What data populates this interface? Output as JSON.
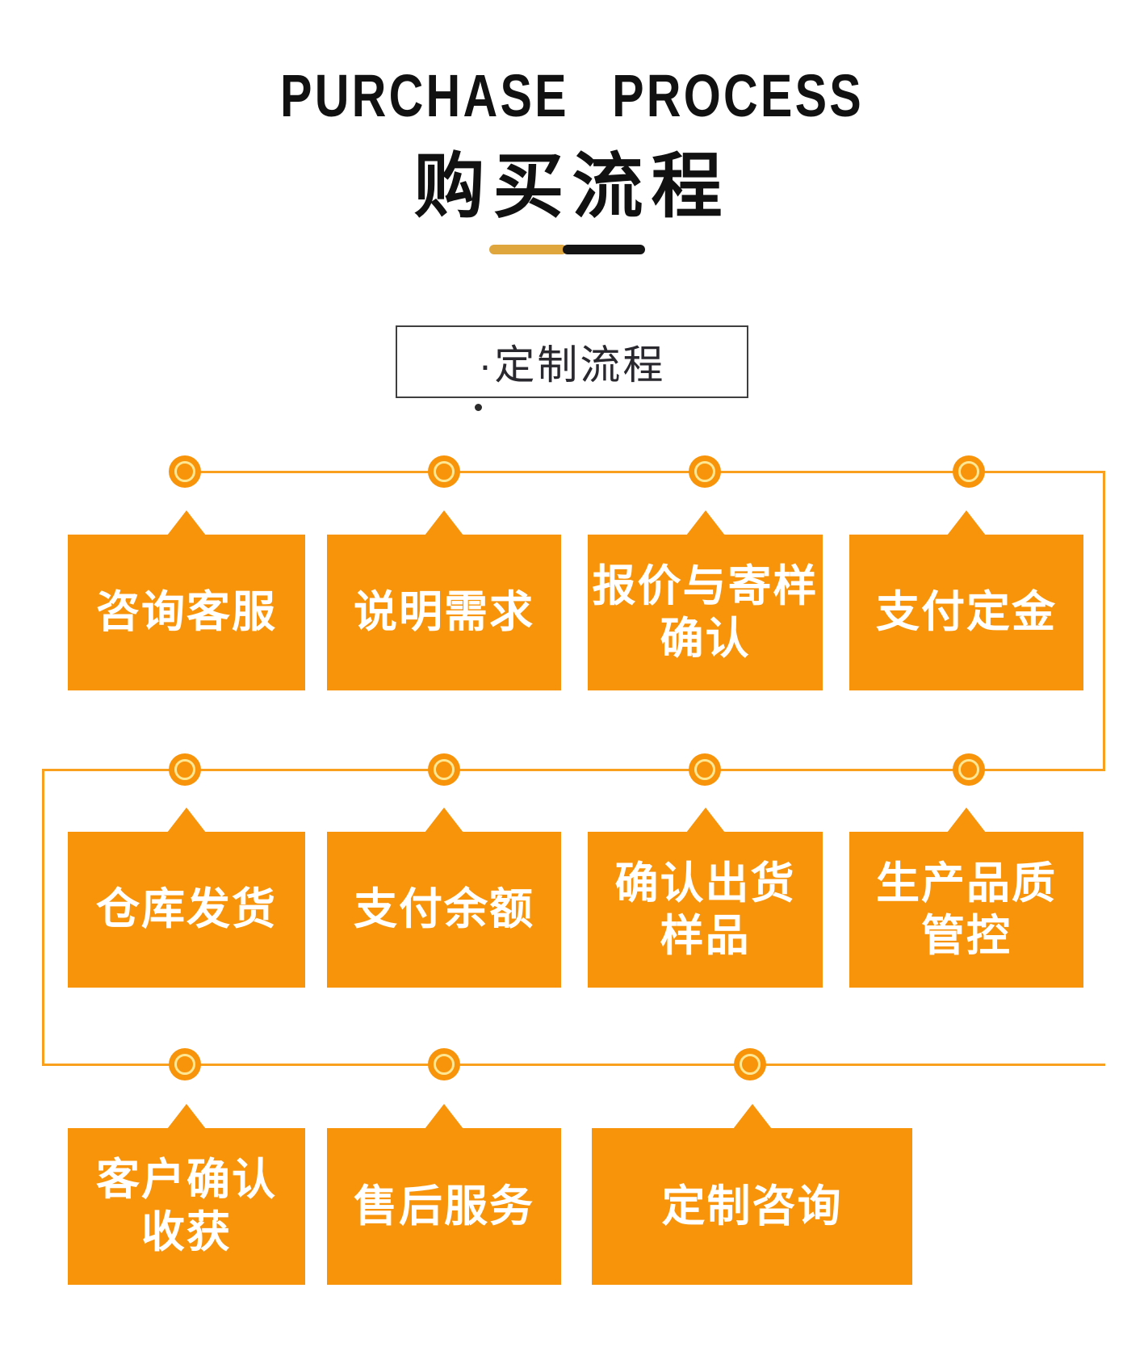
{
  "header": {
    "title_en": "PURCHASE PROCESS",
    "title_zh": "购买流程",
    "subtitle": "·定制流程"
  },
  "colors": {
    "orange": "#F8940A",
    "line_orange": "#F9A11E",
    "ring_yellow": "#FFE794",
    "divider_gold": "#DFA63E",
    "divider_black": "#141414",
    "title_black": "#111111",
    "subtitle_text": "#28282e",
    "box_text": "#ffffff"
  },
  "flow": {
    "rows": [
      {
        "steps": [
          {
            "label": "咨询客服"
          },
          {
            "label": "说明需求"
          },
          {
            "label": "报价与寄样\n确认"
          },
          {
            "label": "支付定金"
          }
        ]
      },
      {
        "steps": [
          {
            "label": "仓库发货"
          },
          {
            "label": "支付余额"
          },
          {
            "label": "确认出货\n样品"
          },
          {
            "label": "生产品质\n管控"
          }
        ]
      },
      {
        "steps": [
          {
            "label": "客户确认\n收获"
          },
          {
            "label": "售后服务"
          },
          {
            "label": "定制咨询"
          }
        ]
      }
    ]
  }
}
